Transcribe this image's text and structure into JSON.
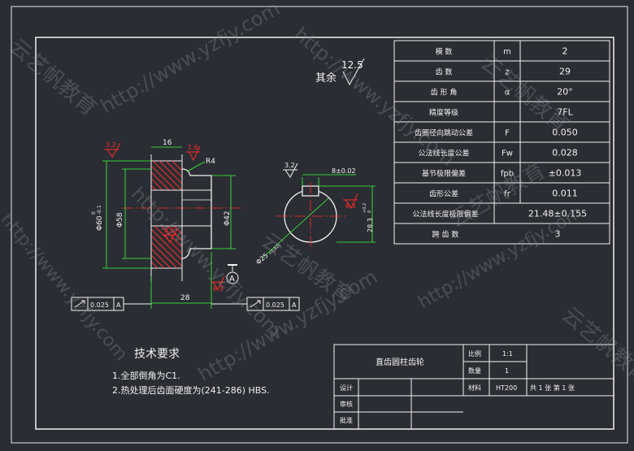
{
  "roughness_note": {
    "prefix": "其余",
    "value": "12.5"
  },
  "gear_table": {
    "rows": [
      {
        "name": "模 数",
        "symbol": "m",
        "value": "2"
      },
      {
        "name": "齿 数",
        "symbol": "z",
        "value": "29"
      },
      {
        "name": "齿 形 角",
        "symbol": "α",
        "value": "20°"
      },
      {
        "name": "精度等级",
        "symbol": "",
        "value": "7FL"
      },
      {
        "name": "齿圈径向跳动公差",
        "symbol": "F",
        "value": "0.050"
      },
      {
        "name": "公法线长度公差",
        "symbol": "Fw",
        "value": "0.028"
      },
      {
        "name": "基节极限偏差",
        "symbol": "fpb",
        "value": "±0.013"
      },
      {
        "name": "齿形公差",
        "symbol": "fr",
        "value": "0.011"
      },
      {
        "name": "公法线长度极限偏差",
        "symbol": "",
        "value": "21.48±0.155"
      },
      {
        "name": "跨 齿 数",
        "symbol": "",
        "value": "3"
      }
    ]
  },
  "section_view": {
    "dims": {
      "width_top": "16",
      "outer_dia": "Φ60",
      "outer_tol_up": "0",
      "outer_tol_low": "-0.1",
      "dia_58": "Φ58",
      "dia_42": "Φ42",
      "radius": "R4",
      "width_bottom": "28",
      "rough_left": "3.2",
      "rough_right": "1.6",
      "rough_center": "3.2",
      "rough_bottom": "6.3",
      "datum": "A"
    },
    "tolerance_left": {
      "value": "0.025",
      "datum": "A"
    },
    "tolerance_right": {
      "value": "0.025",
      "datum": "A"
    }
  },
  "keyway_view": {
    "rough_top": "3.2",
    "key_width": "8±0.02",
    "key_depth": "28.3",
    "key_depth_tol_up": "+0.2",
    "key_depth_tol_low": "0",
    "bore": "Φ25",
    "bore_tol": "+0.021",
    "rough_right": "6.3"
  },
  "tech_requirements": {
    "title": "技术要求",
    "items": [
      "1.全部倒角为C1.",
      "2.热处理后齿面硬度为(241-286) HBS."
    ]
  },
  "title_block": {
    "part_name": "直齿圆柱齿轮",
    "scale_label": "比例",
    "scale_value": "1:1",
    "qty_label": "数量",
    "qty_value": "1",
    "material_label": "材料",
    "material_value": "HT200",
    "sheet_info": "共 1 张  第 1 张",
    "design_label": "设计",
    "review_label": "审核",
    "approve_label": "批准"
  },
  "watermark": {
    "url": "http://www.yzfjy.com",
    "brand": "云艺帆教育"
  },
  "colors": {
    "background": "#2a2d33",
    "lines": "#f2f2f2",
    "dims": "#3dff3d",
    "red": "#ff2a2a"
  }
}
